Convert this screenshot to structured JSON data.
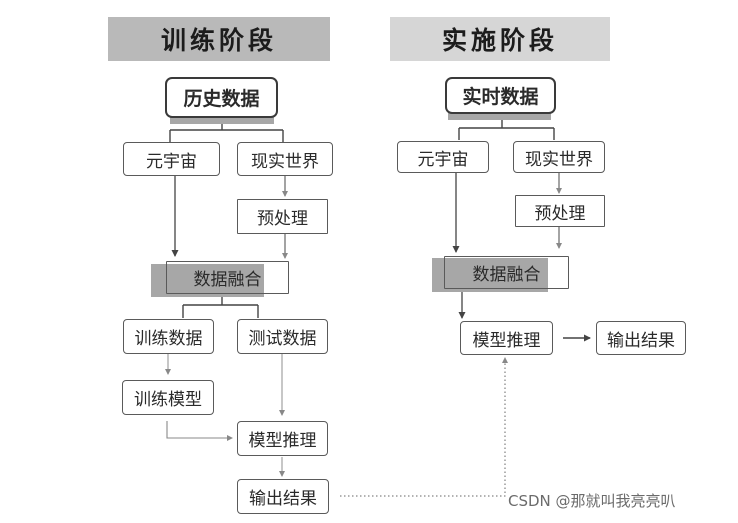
{
  "training": {
    "banner": "训练阶段",
    "history_data": "历史数据",
    "metaverse": "元宇宙",
    "real_world": "现实世界",
    "preprocess": "预处理",
    "data_fusion": "数据融合",
    "train_data": "训练数据",
    "test_data": "测试数据",
    "train_model": "训练模型",
    "model_inference": "模型推理",
    "output_result": "输出结果"
  },
  "deployment": {
    "banner": "实施阶段",
    "realtime_data": "实时数据",
    "metaverse": "元宇宙",
    "real_world": "现实世界",
    "preprocess": "预处理",
    "data_fusion": "数据融合",
    "model_inference": "模型推理",
    "output_result": "输出结果"
  },
  "watermark": "CSDN @那就叫我亮亮叭"
}
